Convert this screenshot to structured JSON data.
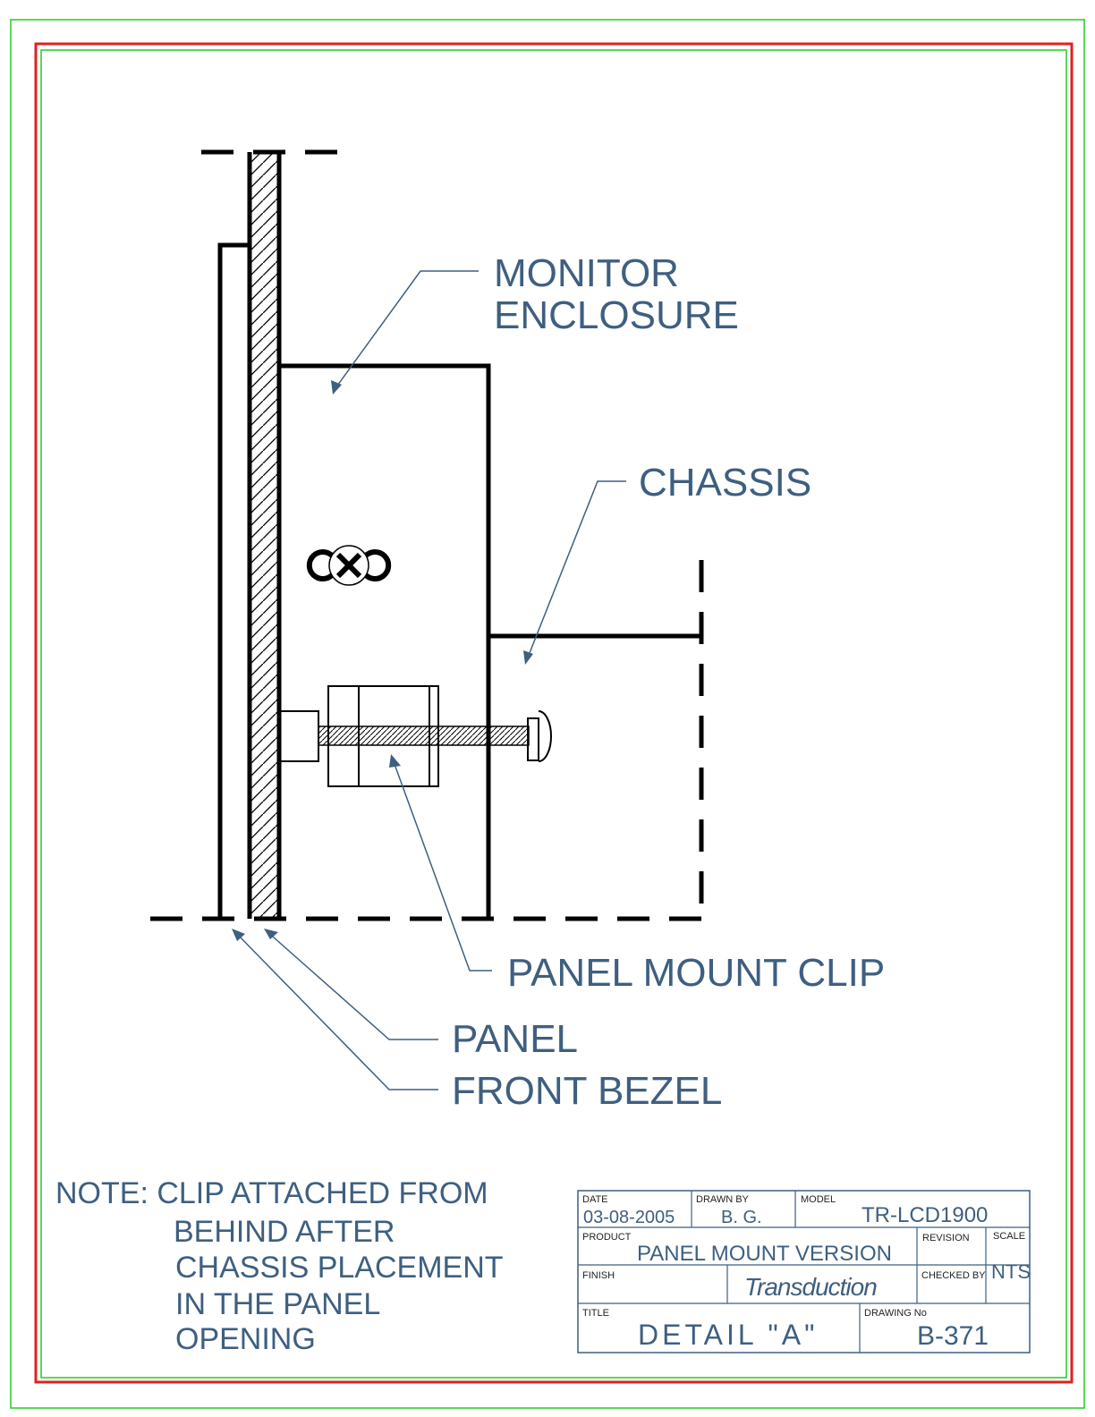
{
  "callouts": {
    "monitor_enclosure_line1": "MONITOR",
    "monitor_enclosure_line2": "ENCLOSURE",
    "chassis": "CHASSIS",
    "panel_mount_clip": "PANEL MOUNT CLIP",
    "panel": "PANEL",
    "front_bezel": "FRONT BEZEL"
  },
  "note": {
    "line1": "NOTE: CLIP ATTACHED FROM",
    "line2": "BEHIND AFTER",
    "line3": "CHASSIS PLACEMENT",
    "line4": "IN THE PANEL",
    "line5": "OPENING"
  },
  "title_block": {
    "date_label": "DATE",
    "date": "03-08-2005",
    "drawn_by_label": "DRAWN  BY",
    "drawn_by": "B. G.",
    "model_label": "MODEL",
    "model": "TR-LCD1900",
    "product_label": "PRODUCT",
    "product": "PANEL MOUNT VERSION",
    "revision_label": "REVISION",
    "scale_label": "SCALE",
    "scale": "NTS",
    "finish_label": "FINISH",
    "company": "Transduction",
    "checked_by_label": "CHECKED  BY",
    "title_label": "TITLE",
    "title": "DETAIL \"A\"",
    "drawing_no_label": "DRAWING  No",
    "drawing_no": "B-371"
  },
  "colors": {
    "border_outer_green": "#22cc22",
    "border_red": "#e02020",
    "label_blue": "#3e5f80"
  }
}
